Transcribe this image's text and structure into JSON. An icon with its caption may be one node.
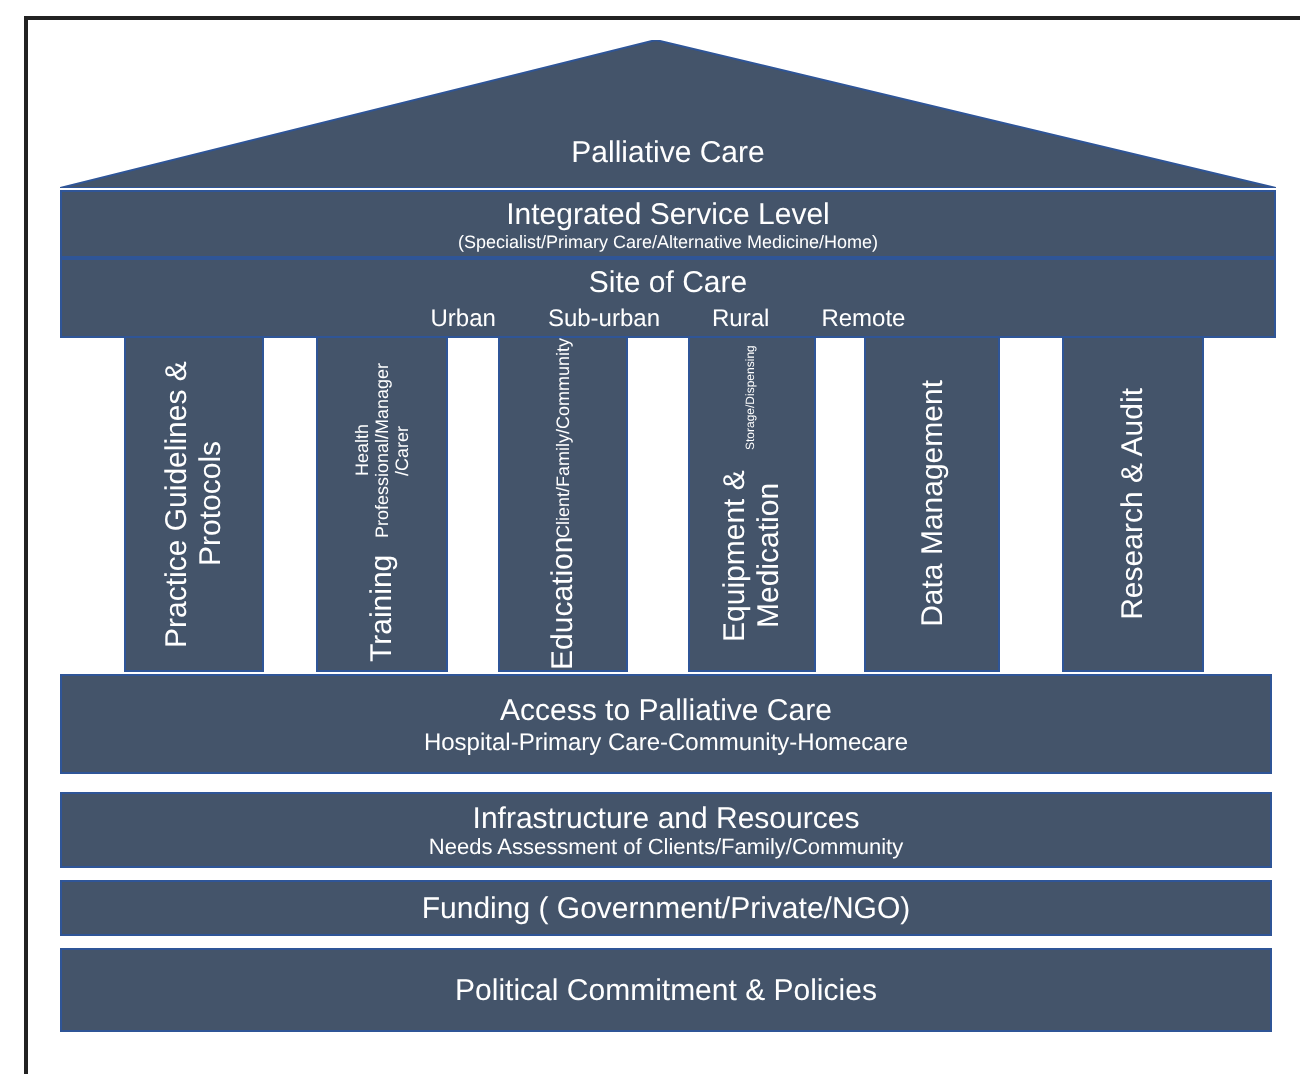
{
  "diagram": {
    "nodes": [
      {
        "text": [
          "Palliative Care"
        ]
      },
      {
        "text": [
          "Integrated Service Level",
          "(Specialist/Primary Care/Alternative Medicine/Home)"
        ]
      },
      {
        "text": [
          "Site of Care",
          "Urban",
          "Sub-urban",
          "Rural",
          "Remote"
        ]
      },
      {
        "text": [
          "Practice Guidelines & Protocols"
        ]
      },
      {
        "text": [
          "Training",
          "Health Professional/Manager /Carer"
        ]
      },
      {
        "text": [
          "Education",
          "Client/Family/Community"
        ]
      },
      {
        "text": [
          "Equipment & Medication",
          "Storage/Dispensing"
        ]
      },
      {
        "text": [
          "Data Management"
        ]
      },
      {
        "text": [
          "Research & Audit"
        ]
      },
      {
        "text": [
          "Access to Palliative Care",
          "Hospital-Primary Care-Community-Homecare"
        ]
      },
      {
        "text": [
          "Infrastructure and Resources",
          "Needs  Assessment of Clients/Family/Community"
        ]
      },
      {
        "text": [
          "Funding ( Government/Private/NGO)"
        ]
      },
      {
        "text": [
          "Political Commitment & Policies"
        ]
      }
    ]
  }
}
